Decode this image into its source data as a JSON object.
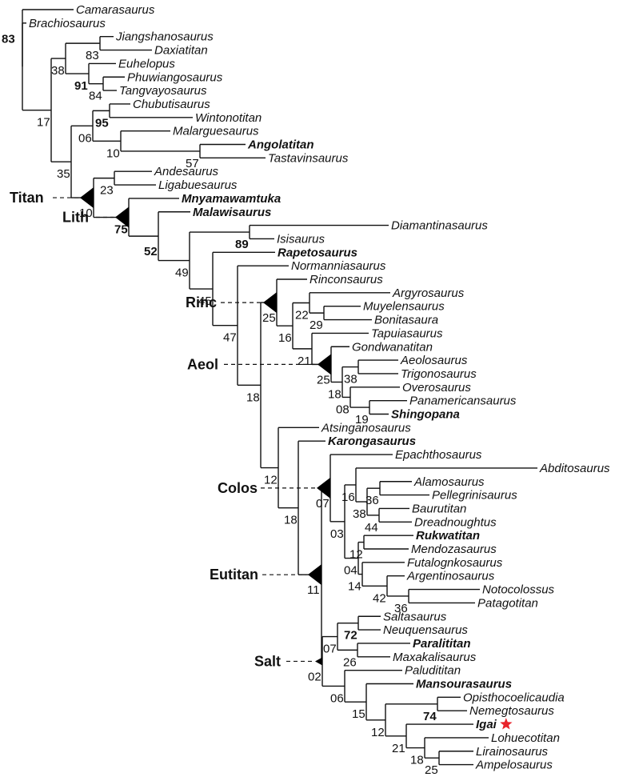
{
  "figure": {
    "type": "cladogram",
    "highlight_color": "#e8232a",
    "marker_color": "#000000"
  },
  "taxa": [
    {
      "id": "camarasaurus",
      "label": "Camarasaurus",
      "bold": false
    },
    {
      "id": "brachiosaurus",
      "label": "Brachiosaurus",
      "bold": false
    },
    {
      "id": "jiangshanosaurus",
      "label": "Jiangshanosaurus",
      "bold": false
    },
    {
      "id": "daxiatitan",
      "label": "Daxiatitan",
      "bold": false
    },
    {
      "id": "euhelopus",
      "label": "Euhelopus",
      "bold": false
    },
    {
      "id": "phuwiangosaurus",
      "label": "Phuwiangosaurus",
      "bold": false
    },
    {
      "id": "tangvayosaurus",
      "label": "Tangvayosaurus",
      "bold": false
    },
    {
      "id": "chubutisaurus",
      "label": "Chubutisaurus",
      "bold": false
    },
    {
      "id": "wintonotitan",
      "label": "Wintonotitan",
      "bold": false
    },
    {
      "id": "malarguesaurus",
      "label": "Malarguesaurus",
      "bold": false
    },
    {
      "id": "angolatitan",
      "label": "Angolatitan",
      "bold": true
    },
    {
      "id": "tastavinsaurus",
      "label": "Tastavinsaurus",
      "bold": false
    },
    {
      "id": "andesaurus",
      "label": "Andesaurus",
      "bold": false
    },
    {
      "id": "ligabuesaurus",
      "label": "Ligabuesaurus",
      "bold": false
    },
    {
      "id": "mnyamawamtuka",
      "label": "Mnyamawamtuka",
      "bold": true
    },
    {
      "id": "malawisaurus",
      "label": "Malawisaurus",
      "bold": true
    },
    {
      "id": "diamantinasaurus",
      "label": "Diamantinasaurus",
      "bold": false
    },
    {
      "id": "isisaurus",
      "label": "Isisaurus",
      "bold": false
    },
    {
      "id": "rapetosaurus",
      "label": "Rapetosaurus",
      "bold": true
    },
    {
      "id": "normanniasaurus",
      "label": "Normanniasaurus",
      "bold": false
    },
    {
      "id": "rinconsaurus",
      "label": "Rinconsaurus",
      "bold": false
    },
    {
      "id": "argyrosaurus",
      "label": "Argyrosaurus",
      "bold": false
    },
    {
      "id": "muyelensaurus",
      "label": "Muyelensaurus",
      "bold": false
    },
    {
      "id": "bonitasaura",
      "label": "Bonitasaura",
      "bold": false
    },
    {
      "id": "tapuiasaurus",
      "label": "Tapuiasaurus",
      "bold": false
    },
    {
      "id": "gondwanatitan",
      "label": "Gondwanatitan",
      "bold": false
    },
    {
      "id": "aeolosaurus",
      "label": "Aeolosaurus",
      "bold": false
    },
    {
      "id": "trigonosaurus",
      "label": "Trigonosaurus",
      "bold": false
    },
    {
      "id": "overosaurus",
      "label": "Overosaurus",
      "bold": false
    },
    {
      "id": "panamericansaurus",
      "label": "Panamericansaurus",
      "bold": false
    },
    {
      "id": "shingopana",
      "label": "Shingopana",
      "bold": true
    },
    {
      "id": "atsinganosaurus",
      "label": "Atsinganosaurus",
      "bold": false
    },
    {
      "id": "karongasaurus",
      "label": "Karongasaurus",
      "bold": true
    },
    {
      "id": "epachthosaurus",
      "label": "Epachthosaurus",
      "bold": false
    },
    {
      "id": "abditosaurus",
      "label": "Abditosaurus",
      "bold": false
    },
    {
      "id": "alamosaurus",
      "label": "Alamosaurus",
      "bold": false
    },
    {
      "id": "pellegrinisaurus",
      "label": "Pellegrinisaurus",
      "bold": false
    },
    {
      "id": "baurutitan",
      "label": "Baurutitan",
      "bold": false
    },
    {
      "id": "dreadnoughtus",
      "label": "Dreadnoughtus",
      "bold": false
    },
    {
      "id": "rukwatitan",
      "label": "Rukwatitan",
      "bold": true
    },
    {
      "id": "mendozasaurus",
      "label": "Mendozasaurus",
      "bold": false
    },
    {
      "id": "futalognkosaurus",
      "label": "Futalognkosaurus",
      "bold": false
    },
    {
      "id": "argentinosaurus",
      "label": "Argentinosaurus",
      "bold": false
    },
    {
      "id": "notocolossus",
      "label": "Notocolossus",
      "bold": false
    },
    {
      "id": "patagotitan",
      "label": "Patagotitan",
      "bold": false
    },
    {
      "id": "saltasaurus",
      "label": "Saltasaurus",
      "bold": false
    },
    {
      "id": "neuquensaurus",
      "label": "Neuquensaurus",
      "bold": false
    },
    {
      "id": "paralititan",
      "label": "Paralititan",
      "bold": true
    },
    {
      "id": "maxakalisaurus",
      "label": "Maxakalisaurus",
      "bold": false
    },
    {
      "id": "paludititan",
      "label": "Paludititan",
      "bold": false
    },
    {
      "id": "mansourasaurus",
      "label": "Mansourasaurus",
      "bold": true
    },
    {
      "id": "opisthocoelicaudia",
      "label": "Opisthocoelicaudia",
      "bold": false
    },
    {
      "id": "nemegtosaurus",
      "label": "Nemegtosaurus",
      "bold": false
    },
    {
      "id": "igai",
      "label": "Igai",
      "bold": true,
      "highlight": "star"
    },
    {
      "id": "lohuecotitan",
      "label": "Lohuecotitan",
      "bold": false
    },
    {
      "id": "lirainosaurus",
      "label": "Lirainosaurus",
      "bold": false
    },
    {
      "id": "ampelosaurus",
      "label": "Ampelosaurus",
      "bold": false
    }
  ],
  "clades": [
    {
      "id": "titan",
      "label": "Titan",
      "node": "n_titan"
    },
    {
      "id": "lith",
      "label": "Lith",
      "node": "n_lith"
    },
    {
      "id": "rinc",
      "label": "Rinc",
      "node": "n_rinc"
    },
    {
      "id": "aeol",
      "label": "Aeol",
      "node": "n_aeol"
    },
    {
      "id": "colos",
      "label": "Colos",
      "node": "n_colos"
    },
    {
      "id": "eutitan",
      "label": "Eutitan",
      "node": "n_eutitan"
    },
    {
      "id": "salt",
      "label": "Salt",
      "node": "n_salt"
    }
  ],
  "nodes": [
    {
      "id": "n_root",
      "support": "83",
      "bold": true,
      "children": [
        "camarasaurus",
        "n_b"
      ]
    },
    {
      "id": "n_b",
      "support": "",
      "children": [
        "brachiosaurus",
        "n_17"
      ]
    },
    {
      "id": "n_17",
      "support": "17",
      "children": [
        "n_38",
        "n_35"
      ]
    },
    {
      "id": "n_38",
      "support": "38",
      "children": [
        "n_83",
        "n_91"
      ]
    },
    {
      "id": "n_83",
      "support": "83",
      "children": [
        "jiangshanosaurus",
        "daxiatitan"
      ]
    },
    {
      "id": "n_91",
      "support": "91",
      "bold": true,
      "children": [
        "euhelopus",
        "n_84"
      ]
    },
    {
      "id": "n_84",
      "support": "84",
      "children": [
        "phuwiangosaurus",
        "tangvayosaurus"
      ]
    },
    {
      "id": "n_35",
      "support": "35",
      "children": [
        "n_06a",
        "n_titan"
      ]
    },
    {
      "id": "n_06a",
      "support": "06",
      "children": [
        "n_95",
        "n_10a"
      ]
    },
    {
      "id": "n_95",
      "support": "95",
      "bold": true,
      "children": [
        "chubutisaurus",
        "wintonotitan"
      ]
    },
    {
      "id": "n_10a",
      "support": "10",
      "children": [
        "malarguesaurus",
        "n_57"
      ]
    },
    {
      "id": "n_57",
      "support": "57",
      "children": [
        "angolatitan",
        "tastavinsaurus"
      ]
    },
    {
      "id": "n_titan",
      "support": "10",
      "marker": true,
      "children": [
        "n_23",
        "n_lith"
      ]
    },
    {
      "id": "n_23",
      "support": "23",
      "children": [
        "andesaurus",
        "ligabuesaurus"
      ]
    },
    {
      "id": "n_lith",
      "support": "75",
      "bold": true,
      "children": [
        "mnyamawamtuka",
        "n_52"
      ]
    },
    {
      "id": "n_52",
      "support": "52",
      "bold": true,
      "marker": true,
      "children": [
        "malawisaurus",
        "n_49"
      ]
    },
    {
      "id": "n_49",
      "support": "49",
      "children": [
        "n_89",
        "n_45"
      ]
    },
    {
      "id": "n_89",
      "support": "89",
      "bold": true,
      "children": [
        "diamantinasaurus",
        "isisaurus"
      ]
    },
    {
      "id": "n_45",
      "support": "45",
      "children": [
        "rapetosaurus",
        "n_47"
      ]
    },
    {
      "id": "n_47",
      "support": "47",
      "children": [
        "normanniasaurus",
        "n_18a"
      ]
    },
    {
      "id": "n_18a",
      "support": "18",
      "children": [
        "n_rinc",
        "n_12"
      ]
    },
    {
      "id": "n_rinc",
      "support": "25",
      "marker": true,
      "children": [
        "rinconsaurus",
        "n_16a"
      ]
    },
    {
      "id": "n_16a",
      "support": "16",
      "children": [
        "n_22",
        "n_21a"
      ]
    },
    {
      "id": "n_22",
      "support": "22",
      "children": [
        "argyrosaurus",
        "n_29"
      ]
    },
    {
      "id": "n_29",
      "support": "29",
      "children": [
        "muyelensaurus",
        "bonitasaura"
      ]
    },
    {
      "id": "n_21a",
      "support": "21",
      "children": [
        "tapuiasaurus",
        "n_aeol"
      ]
    },
    {
      "id": "n_aeol",
      "support": "25",
      "marker": true,
      "children": [
        "gondwanatitan",
        "n_18b"
      ]
    },
    {
      "id": "n_18b",
      "support": "18",
      "children": [
        "n_38b",
        "n_08"
      ]
    },
    {
      "id": "n_38b",
      "support": "38",
      "children": [
        "aeolosaurus",
        "trigonosaurus"
      ]
    },
    {
      "id": "n_08",
      "support": "08",
      "children": [
        "overosaurus",
        "n_19"
      ]
    },
    {
      "id": "n_19",
      "support": "19",
      "children": [
        "panamericansaurus",
        "shingopana"
      ]
    },
    {
      "id": "n_12",
      "support": "12",
      "children": [
        "atsinganosaurus",
        "n_18c"
      ]
    },
    {
      "id": "n_18c",
      "support": "18",
      "children": [
        "karongasaurus",
        "n_eutitan"
      ]
    },
    {
      "id": "n_eutitan",
      "support": "11",
      "marker": true,
      "children": [
        "n_colos",
        "n_salt"
      ]
    },
    {
      "id": "n_colos",
      "support": "07",
      "marker": true,
      "children": [
        "epachthosaurus",
        "n_03"
      ]
    },
    {
      "id": "n_03",
      "support": "03",
      "children": [
        "n_16b",
        "n_04"
      ]
    },
    {
      "id": "n_16b",
      "support": "16",
      "children": [
        "abditosaurus",
        "n_38c"
      ]
    },
    {
      "id": "n_38c",
      "support": "38",
      "children": [
        "n_36a",
        "n_44"
      ]
    },
    {
      "id": "n_36a",
      "support": "36",
      "children": [
        "alamosaurus",
        "pellegrinisaurus"
      ]
    },
    {
      "id": "n_44",
      "support": "44",
      "children": [
        "baurutitan",
        "dreadnoughtus"
      ]
    },
    {
      "id": "n_04",
      "support": "04",
      "children": [
        "n_12b",
        "n_14"
      ]
    },
    {
      "id": "n_12b",
      "support": "12",
      "children": [
        "rukwatitan",
        "mendozasaurus"
      ]
    },
    {
      "id": "n_14",
      "support": "14",
      "children": [
        "futalognkosaurus",
        "n_42"
      ]
    },
    {
      "id": "n_42",
      "support": "42",
      "children": [
        "argentinosaurus",
        "n_36b"
      ]
    },
    {
      "id": "n_36b",
      "support": "36",
      "children": [
        "notocolossus",
        "patagotitan"
      ]
    },
    {
      "id": "n_salt",
      "support": "02",
      "marker": true,
      "children": [
        "n_07b",
        "n_06b"
      ]
    },
    {
      "id": "n_07b",
      "support": "07",
      "children": [
        "n_72",
        "n_26"
      ]
    },
    {
      "id": "n_72",
      "support": "72",
      "bold": true,
      "children": [
        "saltasaurus",
        "neuquensaurus"
      ]
    },
    {
      "id": "n_26",
      "support": "26",
      "children": [
        "paralititan",
        "maxakalisaurus"
      ]
    },
    {
      "id": "n_06b",
      "support": "06",
      "children": [
        "paludititan",
        "n_15"
      ]
    },
    {
      "id": "n_15",
      "support": "15",
      "children": [
        "mansourasaurus",
        "n_12c"
      ]
    },
    {
      "id": "n_12c",
      "support": "12",
      "children": [
        "n_74",
        "n_21b"
      ]
    },
    {
      "id": "n_74",
      "support": "74",
      "bold": true,
      "children": [
        "opisthocoelicaudia",
        "nemegtosaurus"
      ]
    },
    {
      "id": "n_21b",
      "support": "21",
      "children": [
        "igai",
        "n_18d"
      ]
    },
    {
      "id": "n_18d",
      "support": "18",
      "children": [
        "lohuecotitan",
        "n_25"
      ]
    },
    {
      "id": "n_25",
      "support": "25",
      "children": [
        "lirainosaurus",
        "ampelosaurus"
      ]
    }
  ]
}
